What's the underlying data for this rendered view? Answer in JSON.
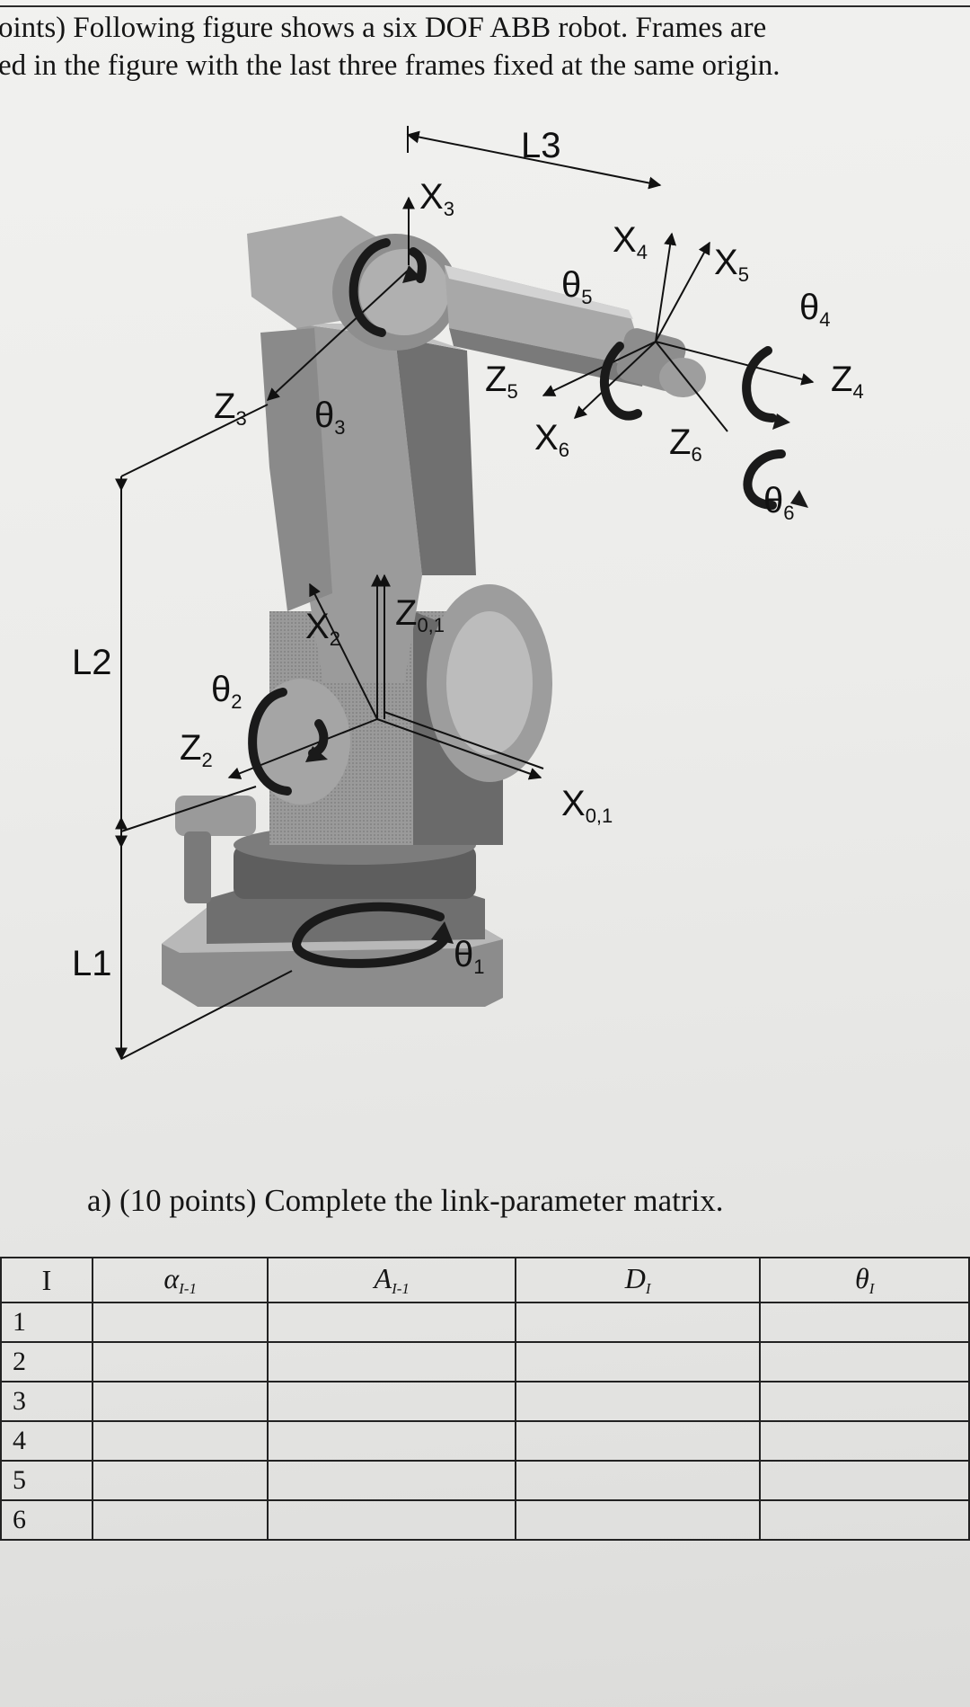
{
  "intro": {
    "line1": "oints) Following figure shows a six DOF ABB robot. Frames are",
    "line2": "ed in the figure with the last three frames fixed at the same origin."
  },
  "figure": {
    "labels": {
      "l3": "L3",
      "x3": "X",
      "x3_sub": "3",
      "x4": "X",
      "x4_sub": "4",
      "x5": "X",
      "x5_sub": "5",
      "theta5": "θ",
      "theta5_sub": "5",
      "theta4": "θ",
      "theta4_sub": "4",
      "z4": "Z",
      "z4_sub": "4",
      "z5": "Z",
      "z5_sub": "5",
      "x6": "X",
      "x6_sub": "6",
      "z6": "Z",
      "z6_sub": "6",
      "theta6": "θ",
      "theta6_sub": "6",
      "z3": "Z",
      "z3_sub": "3",
      "theta3": "θ",
      "theta3_sub": "3",
      "x2": "X",
      "x2_sub": "2",
      "z01": "Z",
      "z01_sub": "0,1",
      "l2": "L2",
      "theta2": "θ",
      "theta2_sub": "2",
      "z2": "Z",
      "z2_sub": "2",
      "x01": "X",
      "x01_sub": "0,1",
      "l1": "L1",
      "theta1": "θ",
      "theta1_sub": "1"
    }
  },
  "question_a": "a)  (10 points) Complete the link-parameter matrix.",
  "table": {
    "headers": [
      {
        "main": "I",
        "sub": ""
      },
      {
        "main": "α",
        "sub": "I-1"
      },
      {
        "main": "A",
        "sub": "I-1"
      },
      {
        "main": "D",
        "sub": "I"
      },
      {
        "main": "θ",
        "sub": "I"
      }
    ],
    "rows": [
      "1",
      "2",
      "3",
      "4",
      "5",
      "6"
    ]
  },
  "colors": {
    "ink": "#151515",
    "robot_dark": "#4d4d4d",
    "robot_mid": "#8a8a8a",
    "robot_light": "#b9b9b9"
  }
}
